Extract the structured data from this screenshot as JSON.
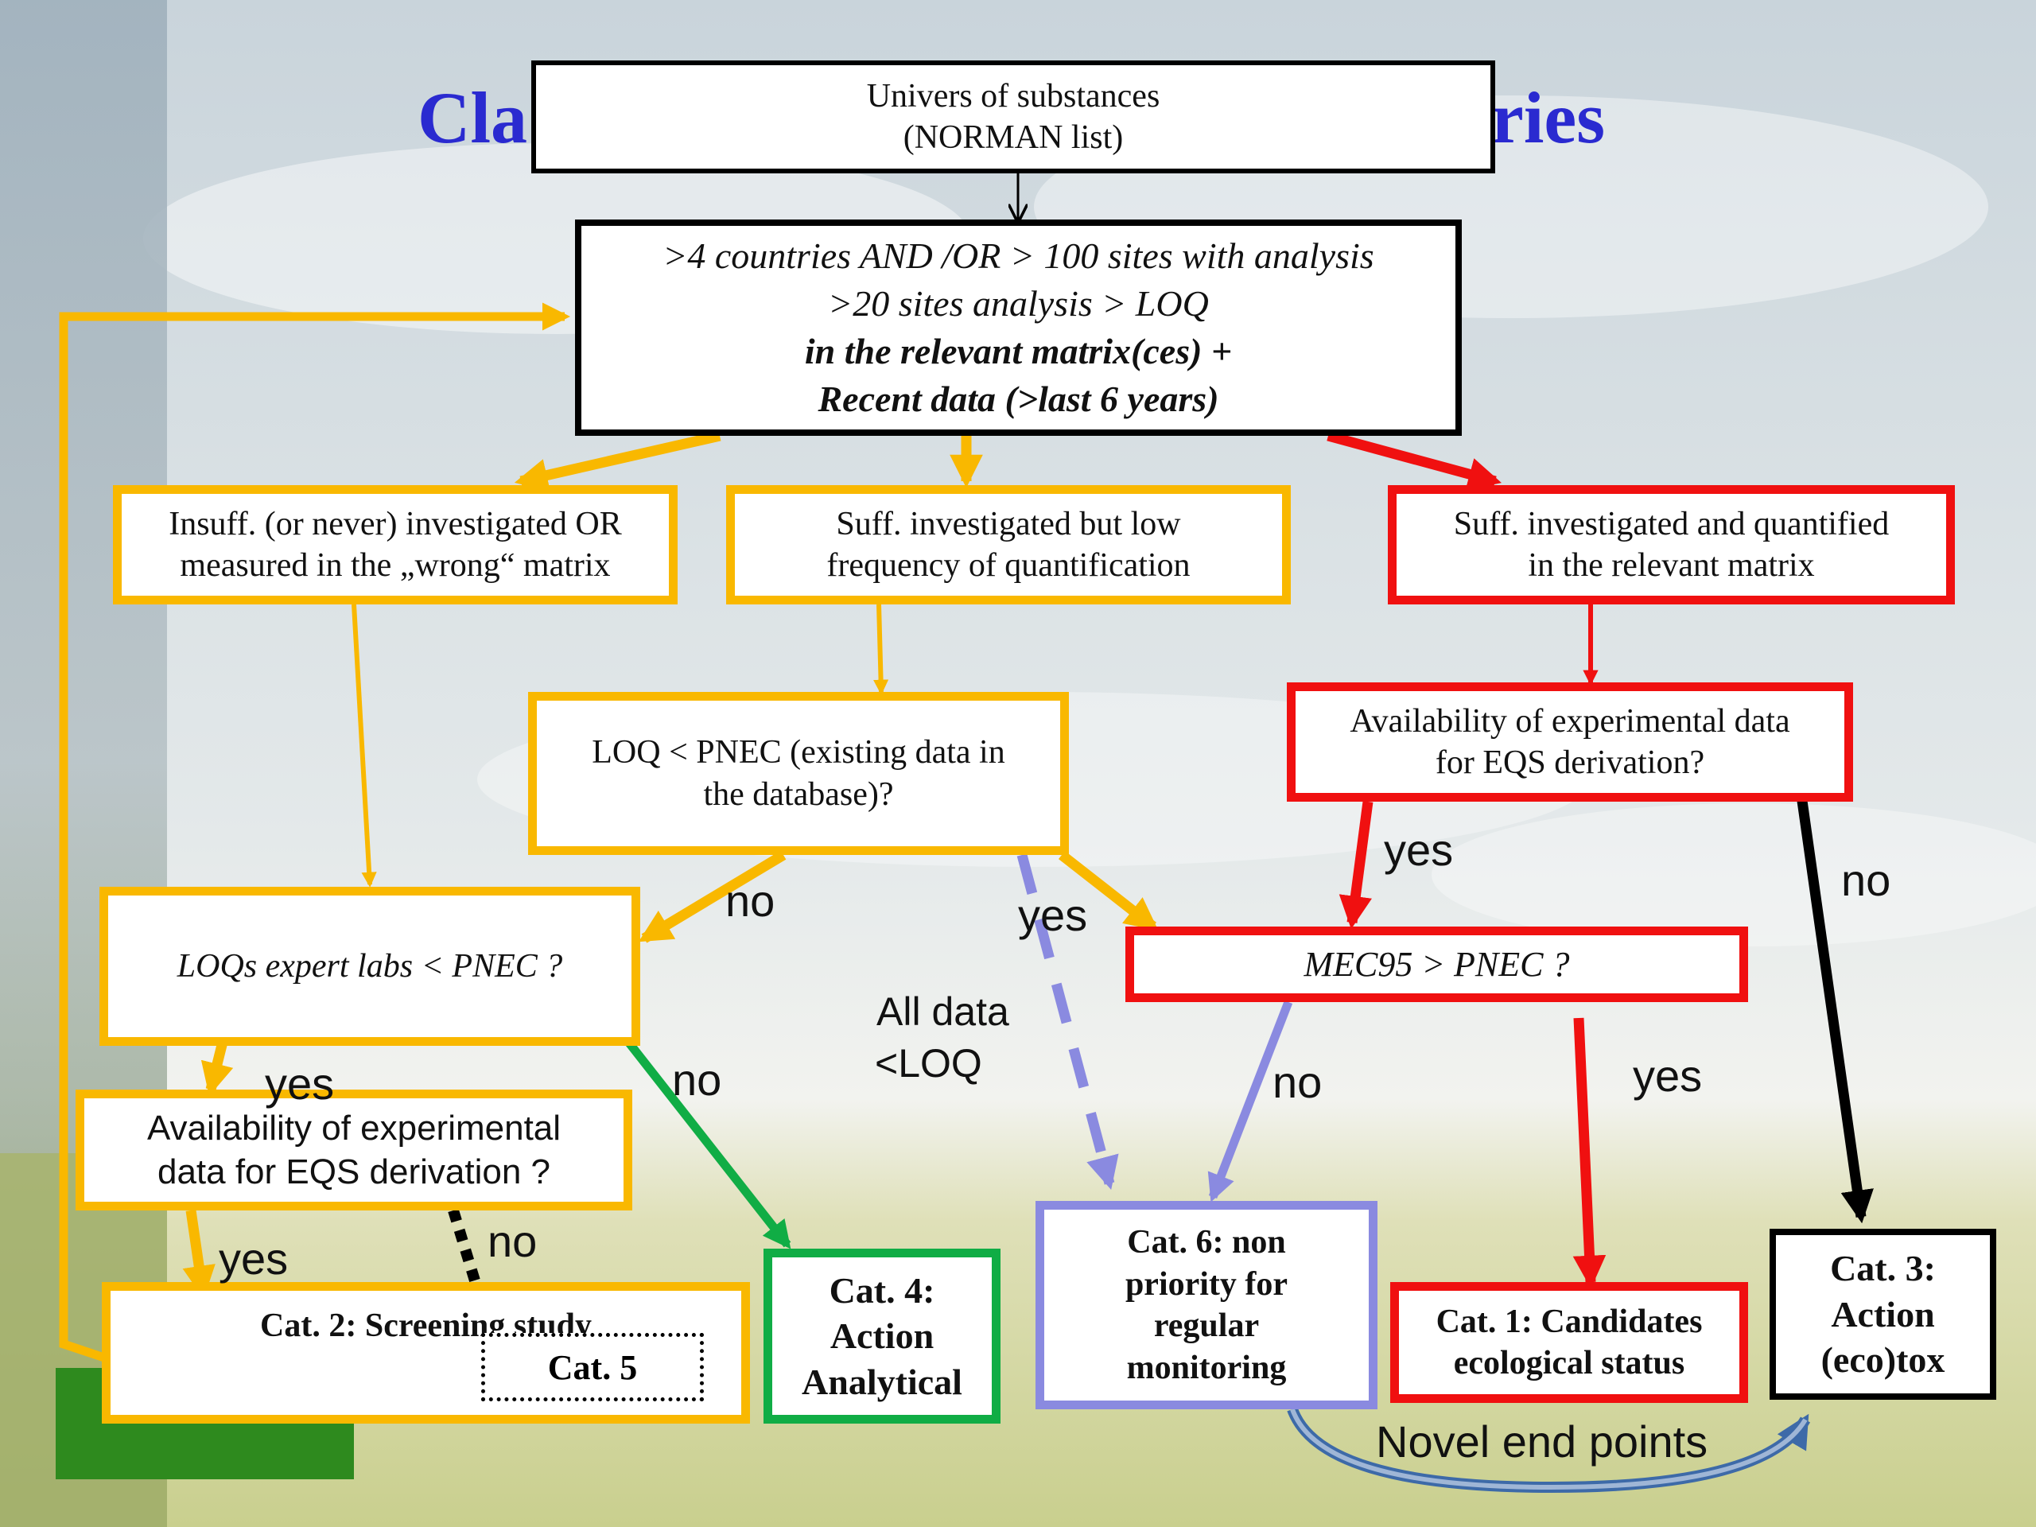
{
  "title": {
    "visible_left": "Cla",
    "visible_right": "ries"
  },
  "nodes": {
    "univers": [
      "Univers of substances",
      "(NORMAN list)"
    ],
    "criteria": [
      ">4 countries AND /OR > 100 sites with analysis",
      ">20 sites analysis > LOQ",
      "in the relevant matrix(ces) +",
      "Recent data (>last 6 years)"
    ],
    "insuff": [
      "Insuff. (or never) investigated OR",
      "measured in the  „wrong“ matrix"
    ],
    "suff_low": [
      "Suff. investigated but  low",
      "frequency of quantification"
    ],
    "suff_quant": [
      "Suff. investigated and quantified",
      "in the relevant matrix"
    ],
    "loq_pnec": [
      "LOQ < PNEC (existing data in",
      "the database)?"
    ],
    "avail_right": [
      "Availability of experimental data",
      "for EQS derivation?"
    ],
    "loqs_expert": "LOQs expert labs < PNEC ?",
    "mec95": "MEC95 > PNEC ?",
    "avail_left": [
      "Availability of experimental",
      "data for EQS derivation ?"
    ],
    "cat2": "Cat. 2: Screening study",
    "cat5": "Cat. 5",
    "cat4": [
      "Cat. 4:",
      "Action",
      "Analytical"
    ],
    "cat6": [
      "Cat. 6: non",
      "priority for",
      "regular",
      "monitoring"
    ],
    "cat1": [
      "Cat. 1: Candidates",
      "ecological status"
    ],
    "cat3": [
      "Cat. 3:",
      "Action",
      "(eco)tox"
    ]
  },
  "edge_labels": {
    "no_loq": "no",
    "yes_loq": "yes",
    "all_data": [
      "All data",
      "<LOQ"
    ],
    "yes_avail_right": "yes",
    "no_avail_right": "no",
    "yes_loqs": "yes",
    "no_loqs": "no",
    "no_mec": "no",
    "yes_mec": "yes",
    "yes_avail_left": "yes",
    "no_avail_left": "no",
    "novel": "Novel end points"
  },
  "colors": {
    "yellow": "#f9b800",
    "red": "#f01010",
    "green": "#10ad45",
    "purple": "#8a8ae0",
    "black": "#000000",
    "title_blue": "#2a2ad0"
  }
}
